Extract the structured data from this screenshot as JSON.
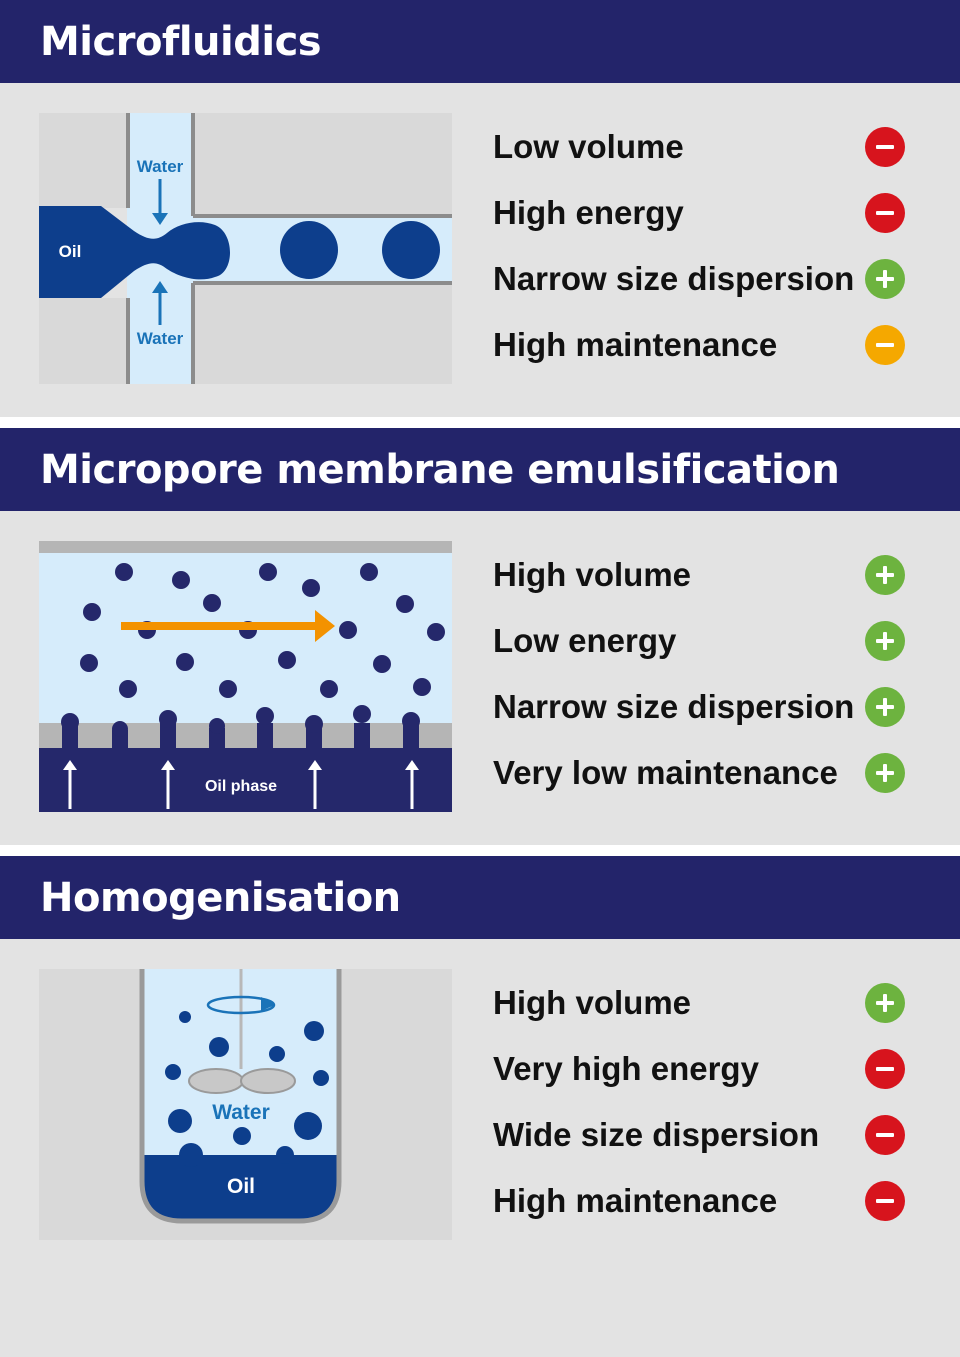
{
  "colors": {
    "header_bg": "#23246a",
    "panel_bg": "#e3e3e3",
    "negative": "#d7141d",
    "positive": "#6db33f",
    "caution": "#f5a800",
    "oil_blue": "#0d3e8c",
    "water_light": "#d6ecfb",
    "arrow_orange": "#f39200"
  },
  "sections": [
    {
      "title": "Microfluidics",
      "diagram": {
        "water_top": "Water",
        "water_bottom": "Water",
        "oil": "Oil"
      },
      "properties": [
        {
          "label": "Low volume",
          "sign": "minus",
          "status": "negative"
        },
        {
          "label": "High energy",
          "sign": "minus",
          "status": "negative"
        },
        {
          "label": "Narrow size dispersion",
          "sign": "plus",
          "status": "positive"
        },
        {
          "label": "High maintenance",
          "sign": "minus",
          "status": "caution"
        }
      ]
    },
    {
      "title": "Micropore membrane emulsification",
      "diagram": {
        "oil_phase": "Oil phase"
      },
      "properties": [
        {
          "label": "High volume",
          "sign": "plus",
          "status": "positive"
        },
        {
          "label": "Low energy",
          "sign": "plus",
          "status": "positive"
        },
        {
          "label": "Narrow size dispersion",
          "sign": "plus",
          "status": "positive"
        },
        {
          "label": "Very low maintenance",
          "sign": "plus",
          "status": "positive"
        }
      ]
    },
    {
      "title": "Homogenisation",
      "diagram": {
        "water": "Water",
        "oil": "Oil"
      },
      "properties": [
        {
          "label": "High volume",
          "sign": "plus",
          "status": "positive"
        },
        {
          "label": "Very high energy",
          "sign": "minus",
          "status": "negative"
        },
        {
          "label": "Wide size dispersion",
          "sign": "minus",
          "status": "negative"
        },
        {
          "label": "High maintenance",
          "sign": "minus",
          "status": "negative"
        }
      ]
    }
  ]
}
